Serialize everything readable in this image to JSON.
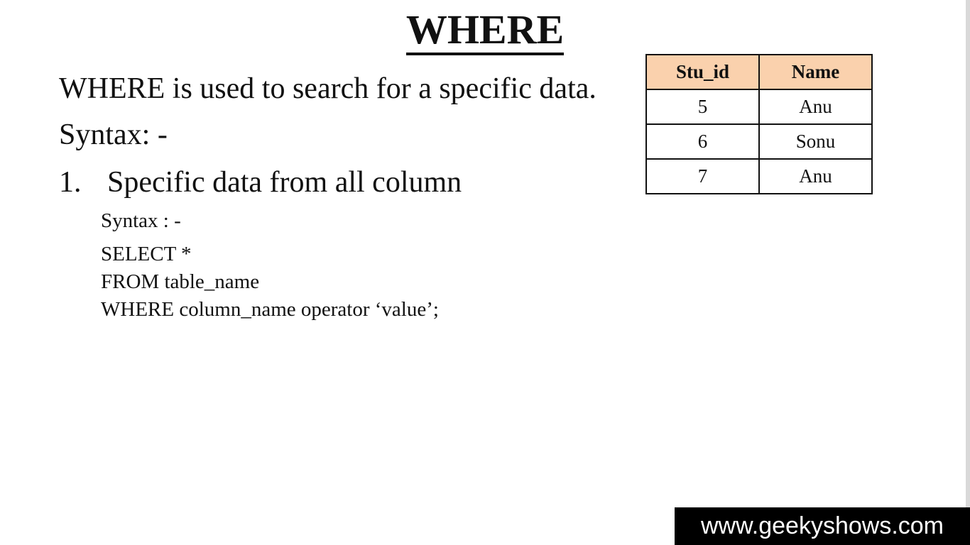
{
  "slide": {
    "title": "WHERE",
    "description": "WHERE is used to search for a specific data.",
    "syntax_heading": "Syntax: -",
    "item_number": "1.",
    "item_text": "Specific data from all column",
    "sub_syntax": "Syntax : -",
    "code_lines": [
      "SELECT *",
      "FROM table_name",
      "WHERE column_name operator ‘value’;"
    ]
  },
  "table": {
    "headers": [
      "Stu_id",
      "Name"
    ],
    "rows": [
      [
        "5",
        "Anu"
      ],
      [
        "6",
        "Sonu"
      ],
      [
        "7",
        "Anu"
      ]
    ],
    "header_color": "#fad1ad"
  },
  "watermark": {
    "text": "www.geekyshows.com"
  }
}
